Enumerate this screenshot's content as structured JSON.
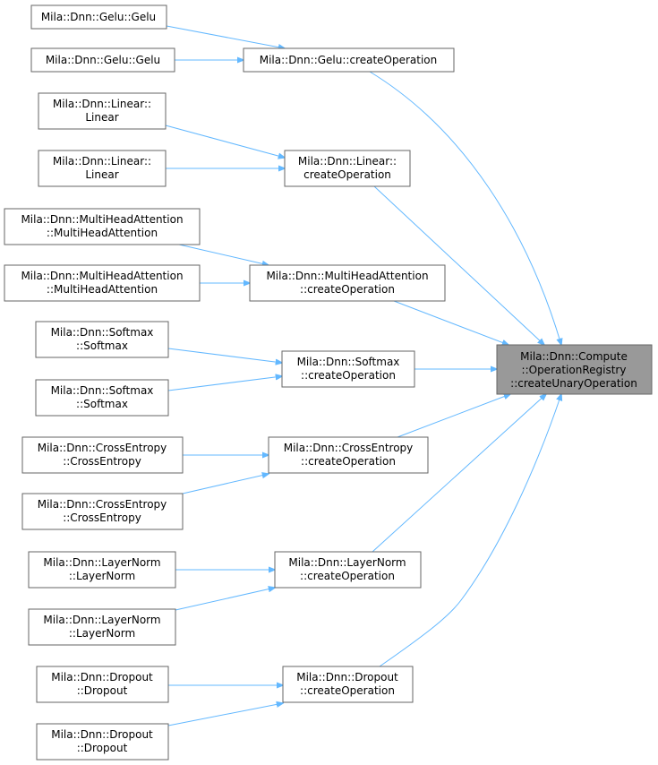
{
  "graph": {
    "edge_color": "#63b8ff",
    "box_stroke": "#666666",
    "highlight_fill": "#999999",
    "nodes": {
      "target": {
        "lines": [
          "Mila::Dnn::Compute",
          "::OperationRegistry",
          "::createUnaryOperation"
        ]
      },
      "gelu_op": {
        "lines": [
          "Mila::Dnn::Gelu::createOperation"
        ]
      },
      "gelu_1": {
        "lines": [
          "Mila::Dnn::Gelu::Gelu"
        ]
      },
      "gelu_2": {
        "lines": [
          "Mila::Dnn::Gelu::Gelu"
        ]
      },
      "linear_op": {
        "lines": [
          "Mila::Dnn::Linear::",
          "createOperation"
        ]
      },
      "linear_1": {
        "lines": [
          "Mila::Dnn::Linear::",
          "Linear"
        ]
      },
      "linear_2": {
        "lines": [
          "Mila::Dnn::Linear::",
          "Linear"
        ]
      },
      "mha_op": {
        "lines": [
          "Mila::Dnn::MultiHeadAttention",
          "::createOperation"
        ]
      },
      "mha_1": {
        "lines": [
          "Mila::Dnn::MultiHeadAttention",
          "::MultiHeadAttention"
        ]
      },
      "mha_2": {
        "lines": [
          "Mila::Dnn::MultiHeadAttention",
          "::MultiHeadAttention"
        ]
      },
      "softmax_op": {
        "lines": [
          "Mila::Dnn::Softmax",
          "::createOperation"
        ]
      },
      "softmax_1": {
        "lines": [
          "Mila::Dnn::Softmax",
          "::Softmax"
        ]
      },
      "softmax_2": {
        "lines": [
          "Mila::Dnn::Softmax",
          "::Softmax"
        ]
      },
      "ce_op": {
        "lines": [
          "Mila::Dnn::CrossEntropy",
          "::createOperation"
        ]
      },
      "ce_1": {
        "lines": [
          "Mila::Dnn::CrossEntropy",
          "::CrossEntropy"
        ]
      },
      "ce_2": {
        "lines": [
          "Mila::Dnn::CrossEntropy",
          "::CrossEntropy"
        ]
      },
      "ln_op": {
        "lines": [
          "Mila::Dnn::LayerNorm",
          "::createOperation"
        ]
      },
      "ln_1": {
        "lines": [
          "Mila::Dnn::LayerNorm",
          "::LayerNorm"
        ]
      },
      "ln_2": {
        "lines": [
          "Mila::Dnn::LayerNorm",
          "::LayerNorm"
        ]
      },
      "dropout_op": {
        "lines": [
          "Mila::Dnn::Dropout",
          "::createOperation"
        ]
      },
      "dropout_1": {
        "lines": [
          "Mila::Dnn::Dropout",
          "::Dropout"
        ]
      },
      "dropout_2": {
        "lines": [
          "Mila::Dnn::Dropout",
          "::Dropout"
        ]
      }
    },
    "edges": [
      [
        "gelu_1",
        "gelu_op"
      ],
      [
        "gelu_2",
        "gelu_op"
      ],
      [
        "gelu_op",
        "target"
      ],
      [
        "linear_1",
        "linear_op"
      ],
      [
        "linear_2",
        "linear_op"
      ],
      [
        "linear_op",
        "target"
      ],
      [
        "mha_1",
        "mha_op"
      ],
      [
        "mha_2",
        "mha_op"
      ],
      [
        "mha_op",
        "target"
      ],
      [
        "softmax_1",
        "softmax_op"
      ],
      [
        "softmax_2",
        "softmax_op"
      ],
      [
        "softmax_op",
        "target"
      ],
      [
        "ce_1",
        "ce_op"
      ],
      [
        "ce_2",
        "ce_op"
      ],
      [
        "ce_op",
        "target"
      ],
      [
        "ln_1",
        "ln_op"
      ],
      [
        "ln_2",
        "ln_op"
      ],
      [
        "ln_op",
        "target"
      ],
      [
        "dropout_1",
        "dropout_op"
      ],
      [
        "dropout_2",
        "dropout_op"
      ],
      [
        "dropout_op",
        "target"
      ]
    ]
  }
}
